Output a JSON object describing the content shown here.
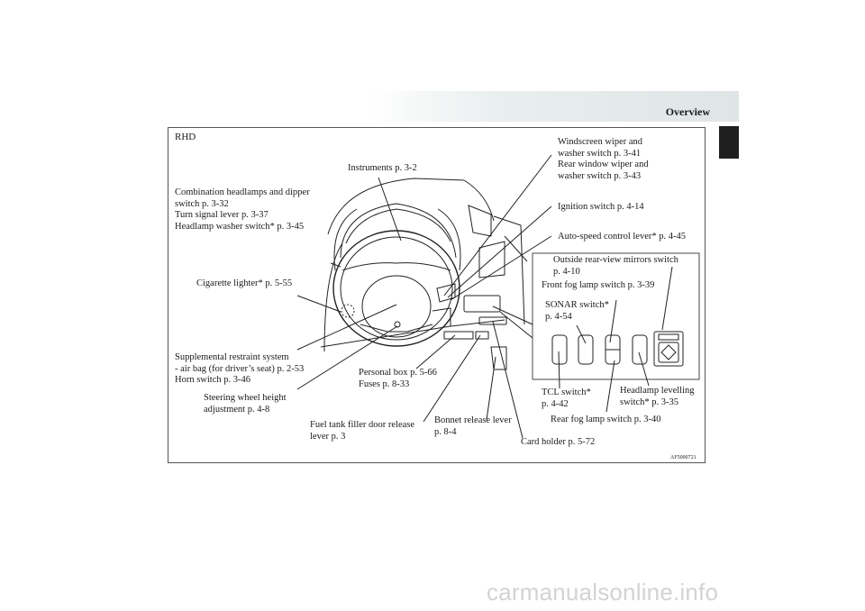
{
  "page": {
    "header_title": "Overview"
  },
  "figure": {
    "region_tag": "RHD",
    "figure_id": "AF5000721",
    "callouts": {
      "instruments": "Instruments p. 3-2",
      "wiper": "Windscreen wiper and\nwasher switch p. 3-41\nRear window wiper and\nwasher switch p. 3-43",
      "ignition": "Ignition switch p. 4-14",
      "auto_speed": "Auto-speed control lever* p. 4-45",
      "outside_mirrors": "Outside rear-view mirrors switch\n  p. 4-10",
      "front_fog": "Front fog lamp switch p. 3-39",
      "sonar": "SONAR switch*\np. 4-54",
      "combination": "Combination headlamps and dipper\nswitch p. 3-32\nTurn signal lever p. 3-37\nHeadlamp washer switch* p. 3-45",
      "cigarette": "Cigarette lighter* p. 5-55",
      "srs": "Supplemental restraint system\n- air bag (for driver’s seat) p. 2-53\nHorn switch p. 3-46",
      "steering": "Steering wheel height\nadjustment p. 4-8",
      "personal_box": "Personal box p. 5-66\nFuses p. 8-33",
      "fuel_tank": "Fuel tank filler door release\nlever p. 3",
      "bonnet": "Bonnet release lever\np. 8-4",
      "card_holder": "Card holder p. 5-72",
      "tcl": "TCL switch*\np. 4-42",
      "headlamp_levelling": "Headlamp levelling\nswitch* p. 3-35",
      "rear_fog": "Rear fog lamp switch p. 3-40"
    }
  },
  "watermark": "carmanualsonline.info"
}
